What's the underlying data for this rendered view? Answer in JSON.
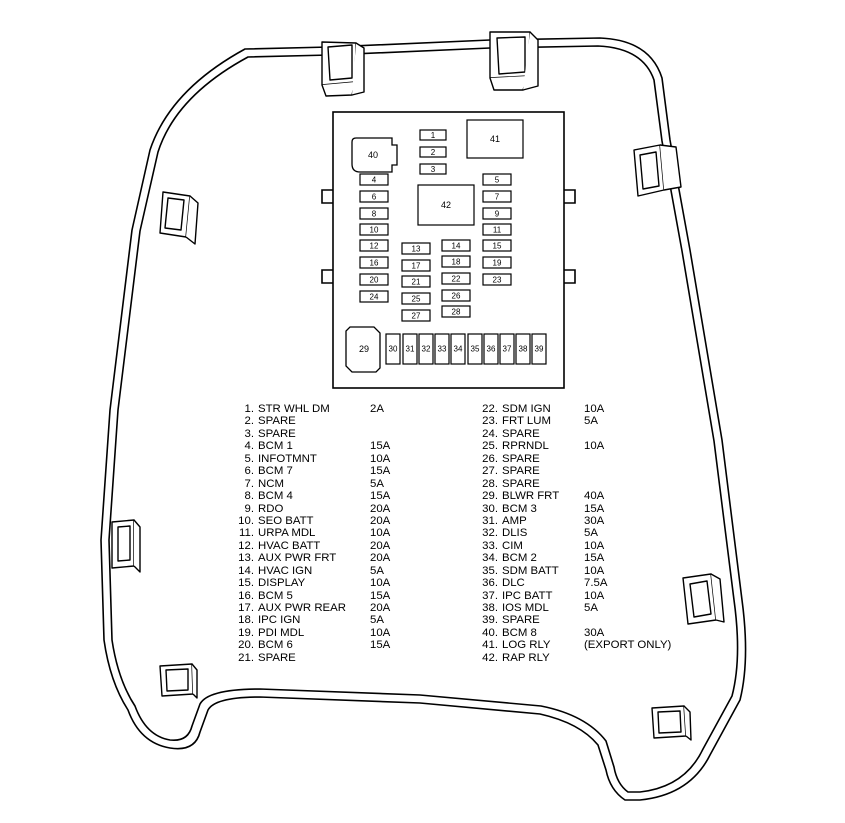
{
  "fuses": [
    {
      "id": "1"
    },
    {
      "id": "2"
    },
    {
      "id": "3"
    },
    {
      "id": "4"
    },
    {
      "id": "5"
    },
    {
      "id": "6"
    },
    {
      "id": "7"
    },
    {
      "id": "8"
    },
    {
      "id": "9"
    },
    {
      "id": "10"
    },
    {
      "id": "11"
    },
    {
      "id": "12"
    },
    {
      "id": "13"
    },
    {
      "id": "14"
    },
    {
      "id": "15"
    },
    {
      "id": "16"
    },
    {
      "id": "17"
    },
    {
      "id": "18"
    },
    {
      "id": "19"
    },
    {
      "id": "20"
    },
    {
      "id": "21"
    },
    {
      "id": "22"
    },
    {
      "id": "23"
    },
    {
      "id": "24"
    },
    {
      "id": "25"
    },
    {
      "id": "26"
    },
    {
      "id": "27"
    },
    {
      "id": "28"
    },
    {
      "id": "29"
    },
    {
      "id": "30"
    },
    {
      "id": "31"
    },
    {
      "id": "32"
    },
    {
      "id": "33"
    },
    {
      "id": "34"
    },
    {
      "id": "35"
    },
    {
      "id": "36"
    },
    {
      "id": "37"
    },
    {
      "id": "38"
    },
    {
      "id": "39"
    },
    {
      "id": "40"
    },
    {
      "id": "41"
    },
    {
      "id": "42"
    }
  ],
  "legend_left": [
    {
      "num": "1.",
      "name": "STR WHL DM",
      "rating": "2A"
    },
    {
      "num": "2.",
      "name": "SPARE",
      "rating": ""
    },
    {
      "num": "3.",
      "name": "SPARE",
      "rating": ""
    },
    {
      "num": "4.",
      "name": "BCM 1",
      "rating": "15A"
    },
    {
      "num": "5.",
      "name": "INFOTMNT",
      "rating": "10A"
    },
    {
      "num": "6.",
      "name": "BCM 7",
      "rating": "15A"
    },
    {
      "num": "7.",
      "name": "NCM",
      "rating": "5A"
    },
    {
      "num": "8.",
      "name": "BCM 4",
      "rating": "15A"
    },
    {
      "num": "9.",
      "name": "RDO",
      "rating": "20A"
    },
    {
      "num": "10.",
      "name": "SEO BATT",
      "rating": "20A"
    },
    {
      "num": "11.",
      "name": "URPA MDL",
      "rating": "10A"
    },
    {
      "num": "12.",
      "name": "HVAC BATT",
      "rating": "20A"
    },
    {
      "num": "13.",
      "name": "AUX PWR FRT",
      "rating": "20A"
    },
    {
      "num": "14.",
      "name": "HVAC IGN",
      "rating": "5A"
    },
    {
      "num": "15.",
      "name": "DISPLAY",
      "rating": "10A"
    },
    {
      "num": "16.",
      "name": "BCM 5",
      "rating": "15A"
    },
    {
      "num": "17.",
      "name": "AUX PWR REAR",
      "rating": "20A"
    },
    {
      "num": "18.",
      "name": "IPC IGN",
      "rating": "5A"
    },
    {
      "num": "19.",
      "name": "PDI MDL",
      "rating": "10A"
    },
    {
      "num": "20.",
      "name": "BCM 6",
      "rating": "15A"
    },
    {
      "num": "21.",
      "name": "SPARE",
      "rating": ""
    }
  ],
  "legend_right": [
    {
      "num": "22.",
      "name": "SDM IGN",
      "rating": "10A"
    },
    {
      "num": "23.",
      "name": "FRT LUM",
      "rating": "5A"
    },
    {
      "num": "24.",
      "name": "SPARE",
      "rating": ""
    },
    {
      "num": "25.",
      "name": "RPRNDL",
      "rating": "10A"
    },
    {
      "num": "26.",
      "name": "SPARE",
      "rating": ""
    },
    {
      "num": "27.",
      "name": "SPARE",
      "rating": ""
    },
    {
      "num": "28.",
      "name": "SPARE",
      "rating": ""
    },
    {
      "num": "29.",
      "name": "BLWR FRT",
      "rating": "40A"
    },
    {
      "num": "30.",
      "name": "BCM 3",
      "rating": "15A"
    },
    {
      "num": "31.",
      "name": "AMP",
      "rating": "30A"
    },
    {
      "num": "32.",
      "name": "DLIS",
      "rating": "5A"
    },
    {
      "num": "33.",
      "name": "CIM",
      "rating": "10A"
    },
    {
      "num": "34.",
      "name": "BCM 2",
      "rating": "15A"
    },
    {
      "num": "35.",
      "name": "SDM BATT",
      "rating": "10A"
    },
    {
      "num": "36.",
      "name": "DLC",
      "rating": "7.5A"
    },
    {
      "num": "37.",
      "name": "IPC BATT",
      "rating": "10A"
    },
    {
      "num": "38.",
      "name": "IOS MDL",
      "rating": "5A"
    },
    {
      "num": "39.",
      "name": "SPARE",
      "rating": ""
    },
    {
      "num": "40.",
      "name": "BCM 8",
      "rating": "30A"
    },
    {
      "num": "41.",
      "name": "LOG RLY",
      "rating": "(EXPORT ONLY)"
    },
    {
      "num": "42.",
      "name": "RAP RLY",
      "rating": ""
    }
  ]
}
